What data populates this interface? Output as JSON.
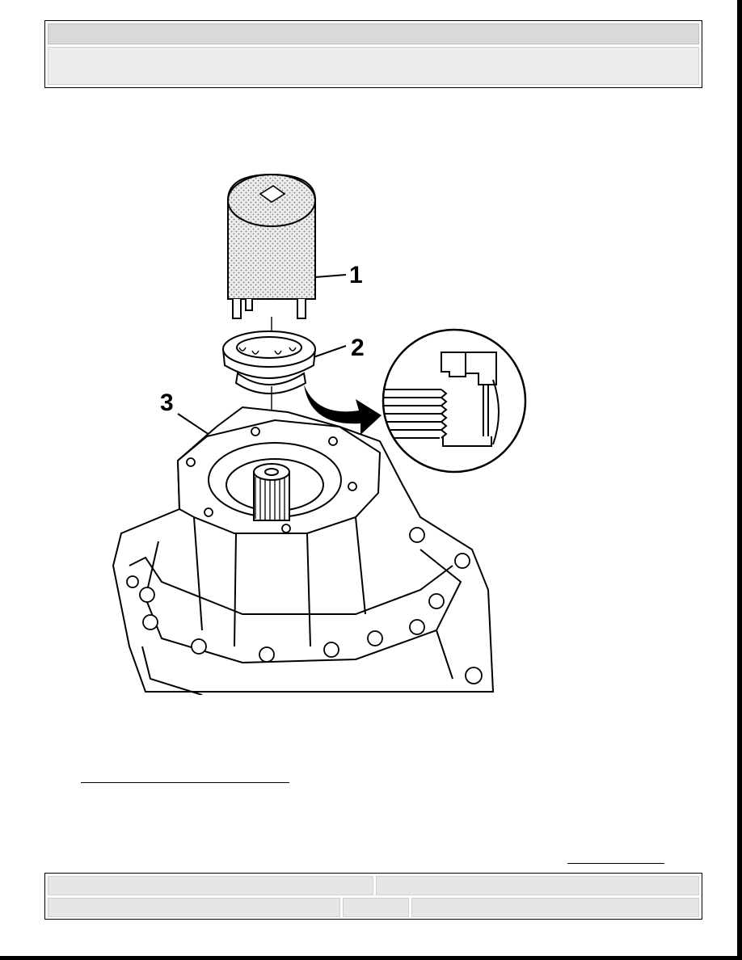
{
  "header": {
    "title": "",
    "subtitle": ""
  },
  "figure": {
    "callouts": [
      "1",
      "2",
      "3"
    ]
  },
  "footer": {
    "cell_1": "",
    "cell_2": "",
    "cell_3": "",
    "cell_4": "",
    "cell_5": ""
  }
}
